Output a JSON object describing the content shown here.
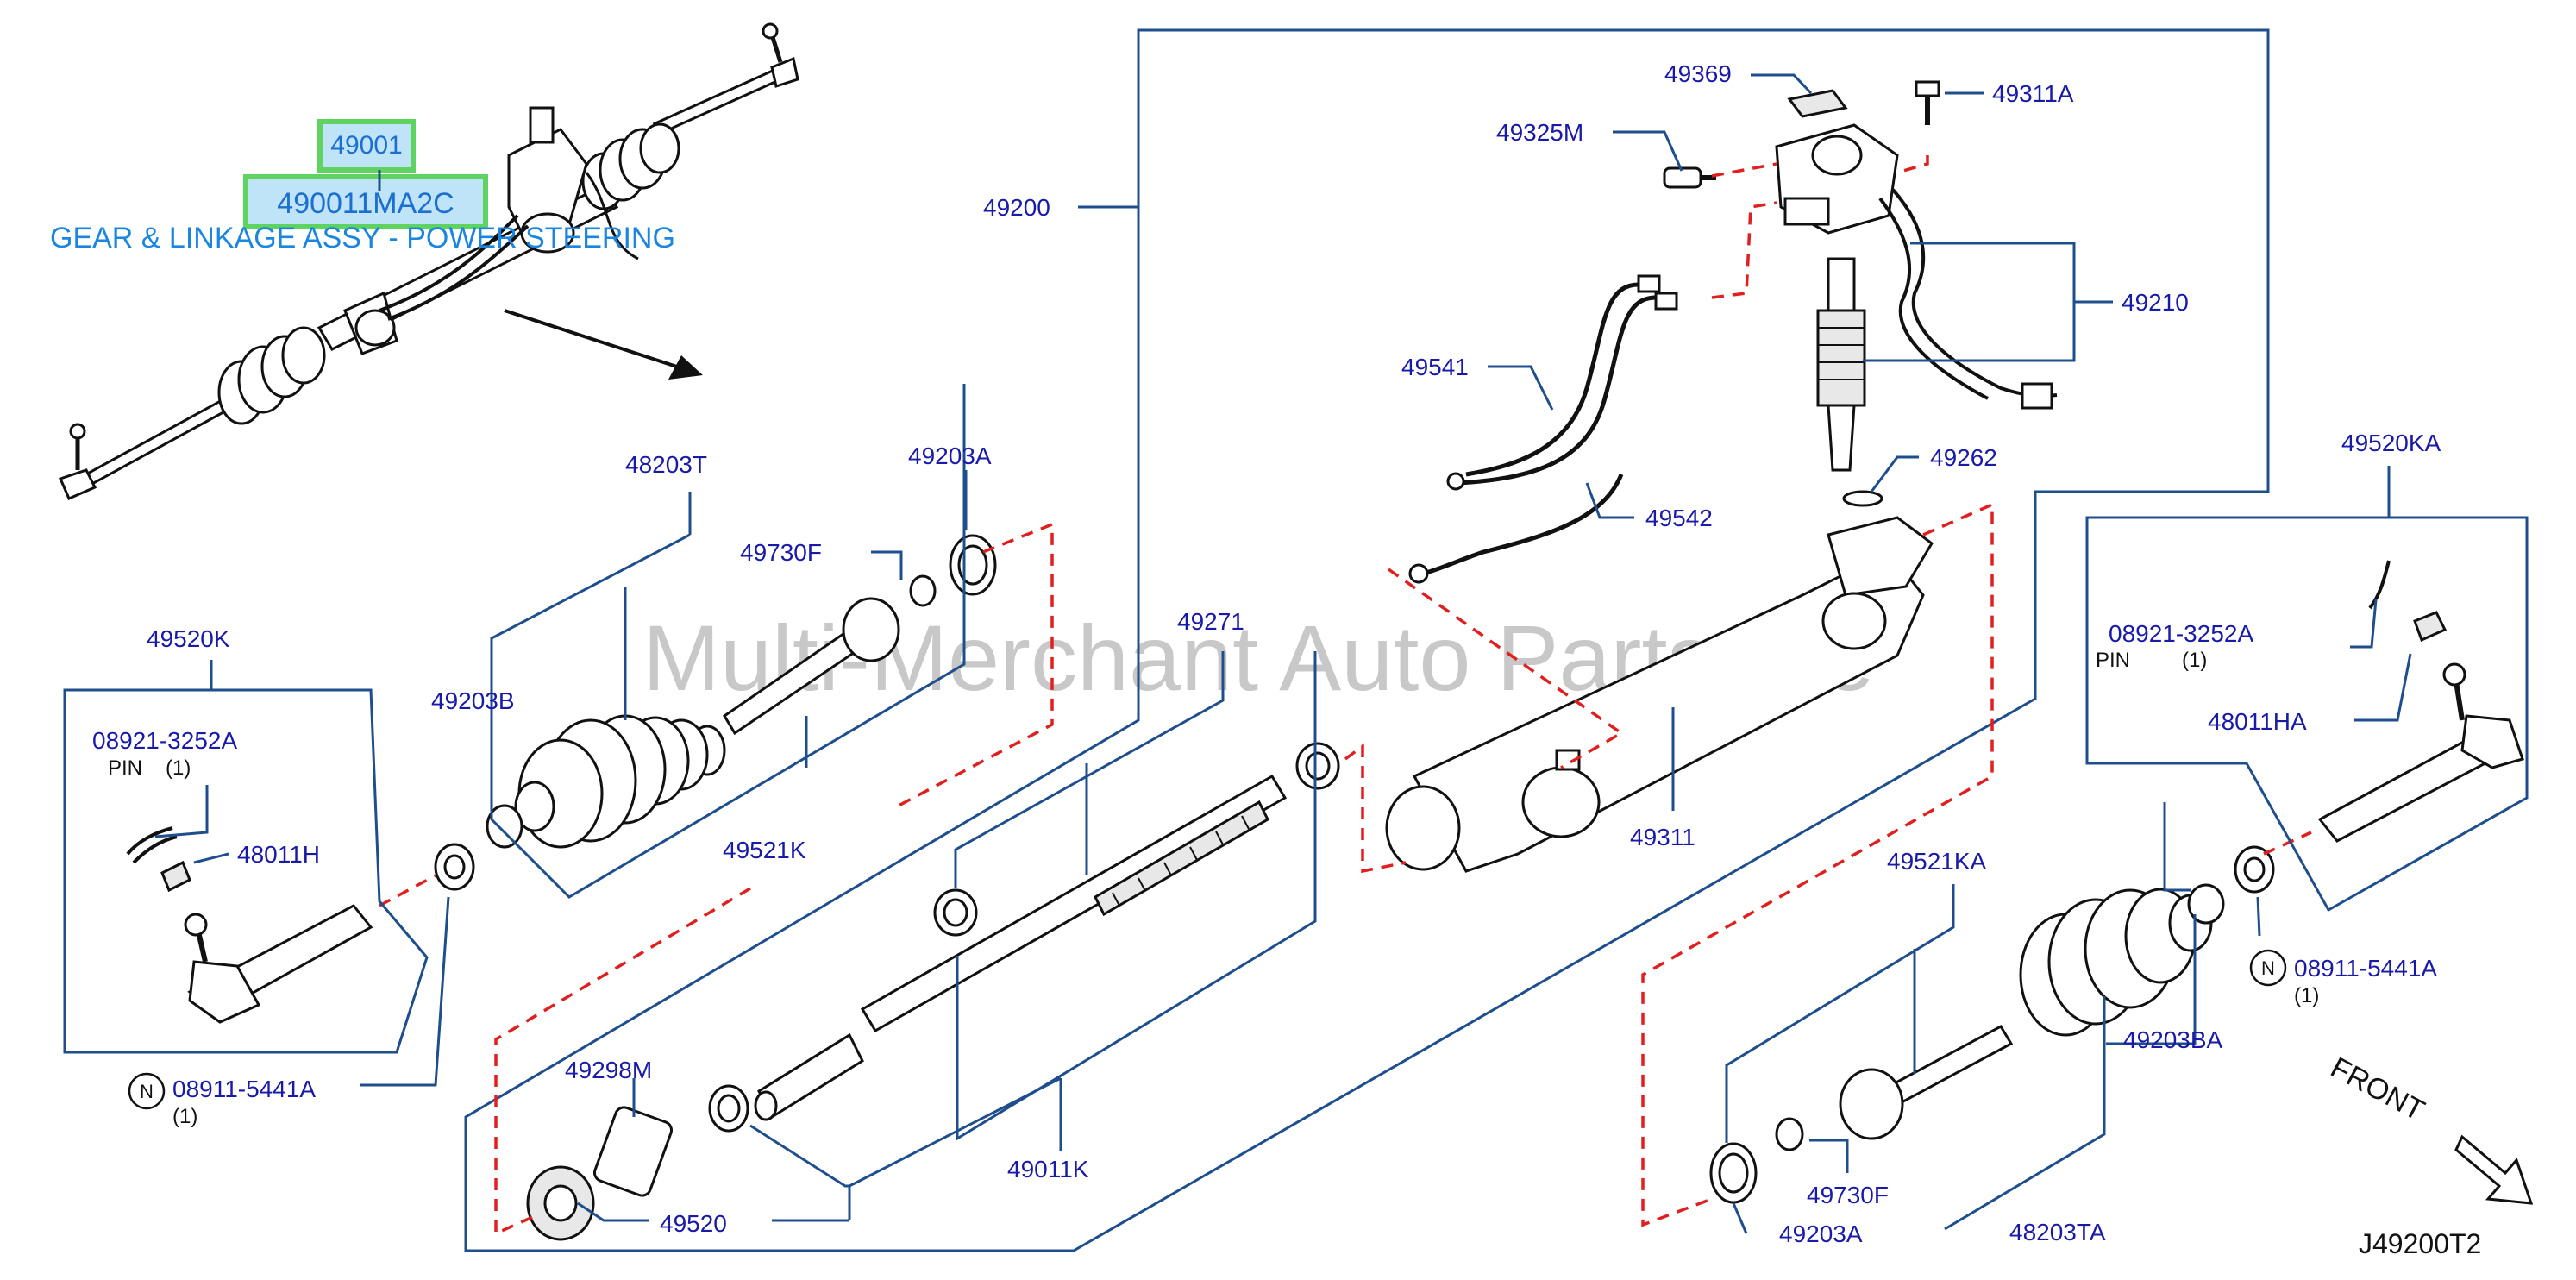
{
  "highlight": {
    "part_main": "49001",
    "part_alt": "490011MA2C",
    "assembly_name": "GEAR & LINKAGE ASSY - POWER STEERING"
  },
  "watermark": "Multi-Merchant Auto Partstore",
  "diagram_ref": "J49200T2",
  "front_label": "FRONT",
  "labels": {
    "p49369": "49369",
    "p49311A": "49311A",
    "p49325M": "49325M",
    "p49200": "49200",
    "p49210": "49210",
    "p49541": "49541",
    "p49262": "49262",
    "p49542": "49542",
    "p49520KA": "49520KA",
    "p48203T": "48203T",
    "p49203A_top": "49203A",
    "p49730F_top": "49730F",
    "p49520K": "49520K",
    "p49203B": "49203B",
    "p49271": "49271",
    "p49311": "49311",
    "p08921_left": "08921-3252A",
    "pin_left": "PIN",
    "pin_left_qty": "(1)",
    "p48011H": "48011H",
    "p49521K": "49521K",
    "p08921_right": "08921-3252A",
    "pin_right": "PIN",
    "pin_right_qty": "(1)",
    "p48011HA": "48011HA",
    "p49521KA": "49521KA",
    "p08911_right": "08911-5441A",
    "p08911_right_qty": "(1)",
    "p08911_left": "08911-5441A",
    "p08911_left_qty": "(1)",
    "p49298M": "49298M",
    "p49203BA": "49203BA",
    "p49011K": "49011K",
    "p49520": "49520",
    "p49730F_bot": "49730F",
    "p49203A_bot": "49203A",
    "p48203TA": "48203TA",
    "circle_N": "N"
  }
}
